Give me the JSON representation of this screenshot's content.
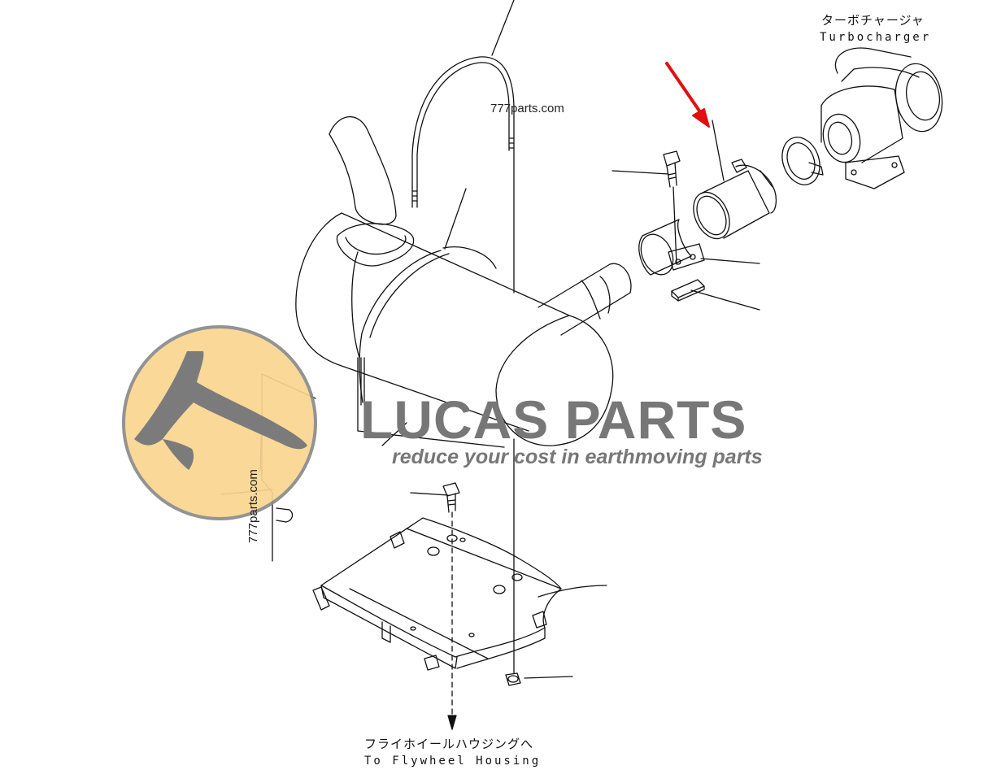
{
  "labels": {
    "turbocharger_jp": "ターボチャージャ",
    "turbocharger_en": "Turbocharger",
    "flywheel_jp": "フライホイールハウジングへ",
    "flywheel_en": "To Flywheel Housing"
  },
  "watermarks": {
    "site_top": "777parts.com",
    "site_rotated": "777parts.com",
    "brand_title": "LUCAS PARTS",
    "brand_tagline": "reduce your cost in earthmoving parts"
  },
  "icons": {
    "logo": "lucas-parts-logo-icon",
    "pointer": "red-arrow-icon"
  },
  "colors": {
    "line": "#111111",
    "logo_fill": "#f9d590",
    "logo_ring": "#8a8a8a",
    "logo_glyph": "#7b7b7b",
    "brand_text": "#777777",
    "arrow": "#e01010"
  }
}
